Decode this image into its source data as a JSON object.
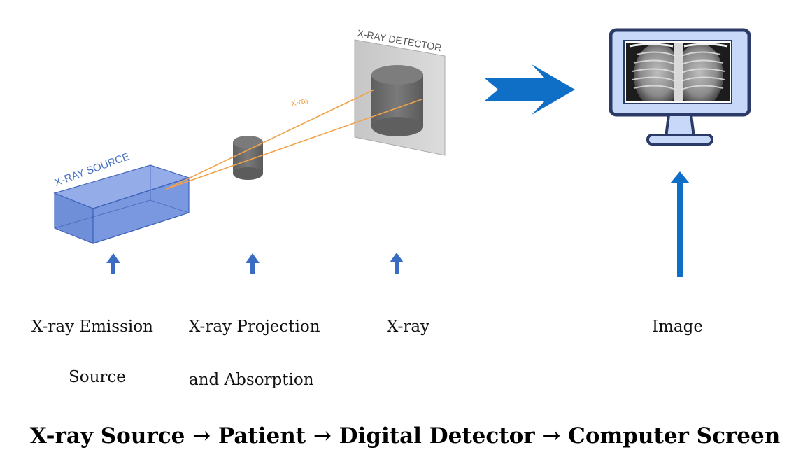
{
  "diagram": {
    "source_label": "X-RAY SOURCE",
    "detector_label": "X-RAY DETECTOR",
    "beam_label": "X-ray"
  },
  "captions": {
    "emission_line1": "X-ray Emission",
    "emission_line2": "Source",
    "projection_line1": "X-ray Projection",
    "projection_line2": "and Absorption",
    "xray": "X-ray",
    "image": "Image"
  },
  "footer": {
    "pipeline": "X-ray Source → Patient → Digital Detector → Computer Screen"
  },
  "colors": {
    "source_fill": "#6f8fd9",
    "source_edge": "#3e62b8",
    "label_blue": "#4a72c4",
    "beam": "#f2a24a",
    "cylinder": "#6b6b6b",
    "detector_plate": "#d3d3d3",
    "arrow_blue": "#0f6fc6",
    "small_arrow": "#3a6cc4",
    "monitor_frame": "#c8d8f8",
    "monitor_border": "#2b3a67"
  },
  "icons": [
    "up-arrow-icon",
    "right-arrow-icon",
    "monitor-icon",
    "chest-xray-image"
  ]
}
